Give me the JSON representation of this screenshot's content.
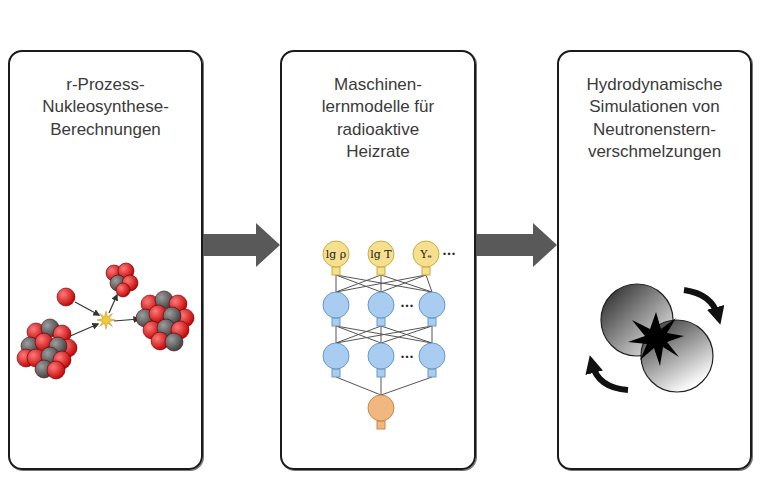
{
  "diagram": {
    "nodes": [
      {
        "text": [
          "r-Prozess- Nukleosynthese- Berechnungen"
        ]
      },
      {
        "text": [
          "Maschinen- lernmodelle für radioaktive Heizrate"
        ]
      },
      {
        "text": [
          "Hydrodynamische Simulationen von Neutronenstern- verschmelzungen"
        ]
      }
    ],
    "edges": [
      {
        "from": 0,
        "to": 1,
        "arrow": "to"
      },
      {
        "from": 1,
        "to": 2,
        "arrow": "to"
      }
    ],
    "labels": [
      "lg ρ",
      "lg T",
      "Yₑ",
      "...",
      "...",
      "..."
    ]
  }
}
